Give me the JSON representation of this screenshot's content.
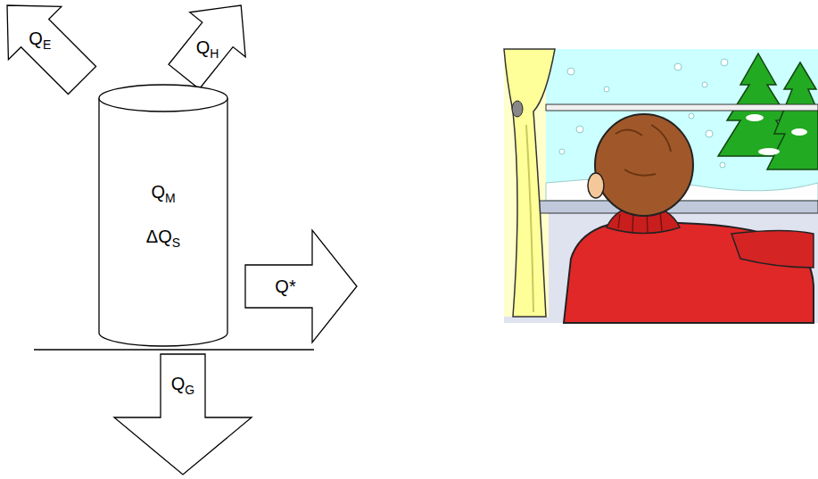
{
  "diagram": {
    "nodes": [
      {
        "text": [
          "QE"
        ]
      },
      {
        "text": [
          "QH"
        ]
      },
      {
        "text": [
          "QM",
          "ΔQS"
        ]
      },
      {
        "text": [
          "Q*"
        ]
      },
      {
        "text": [
          "QG"
        ]
      }
    ]
  }
}
